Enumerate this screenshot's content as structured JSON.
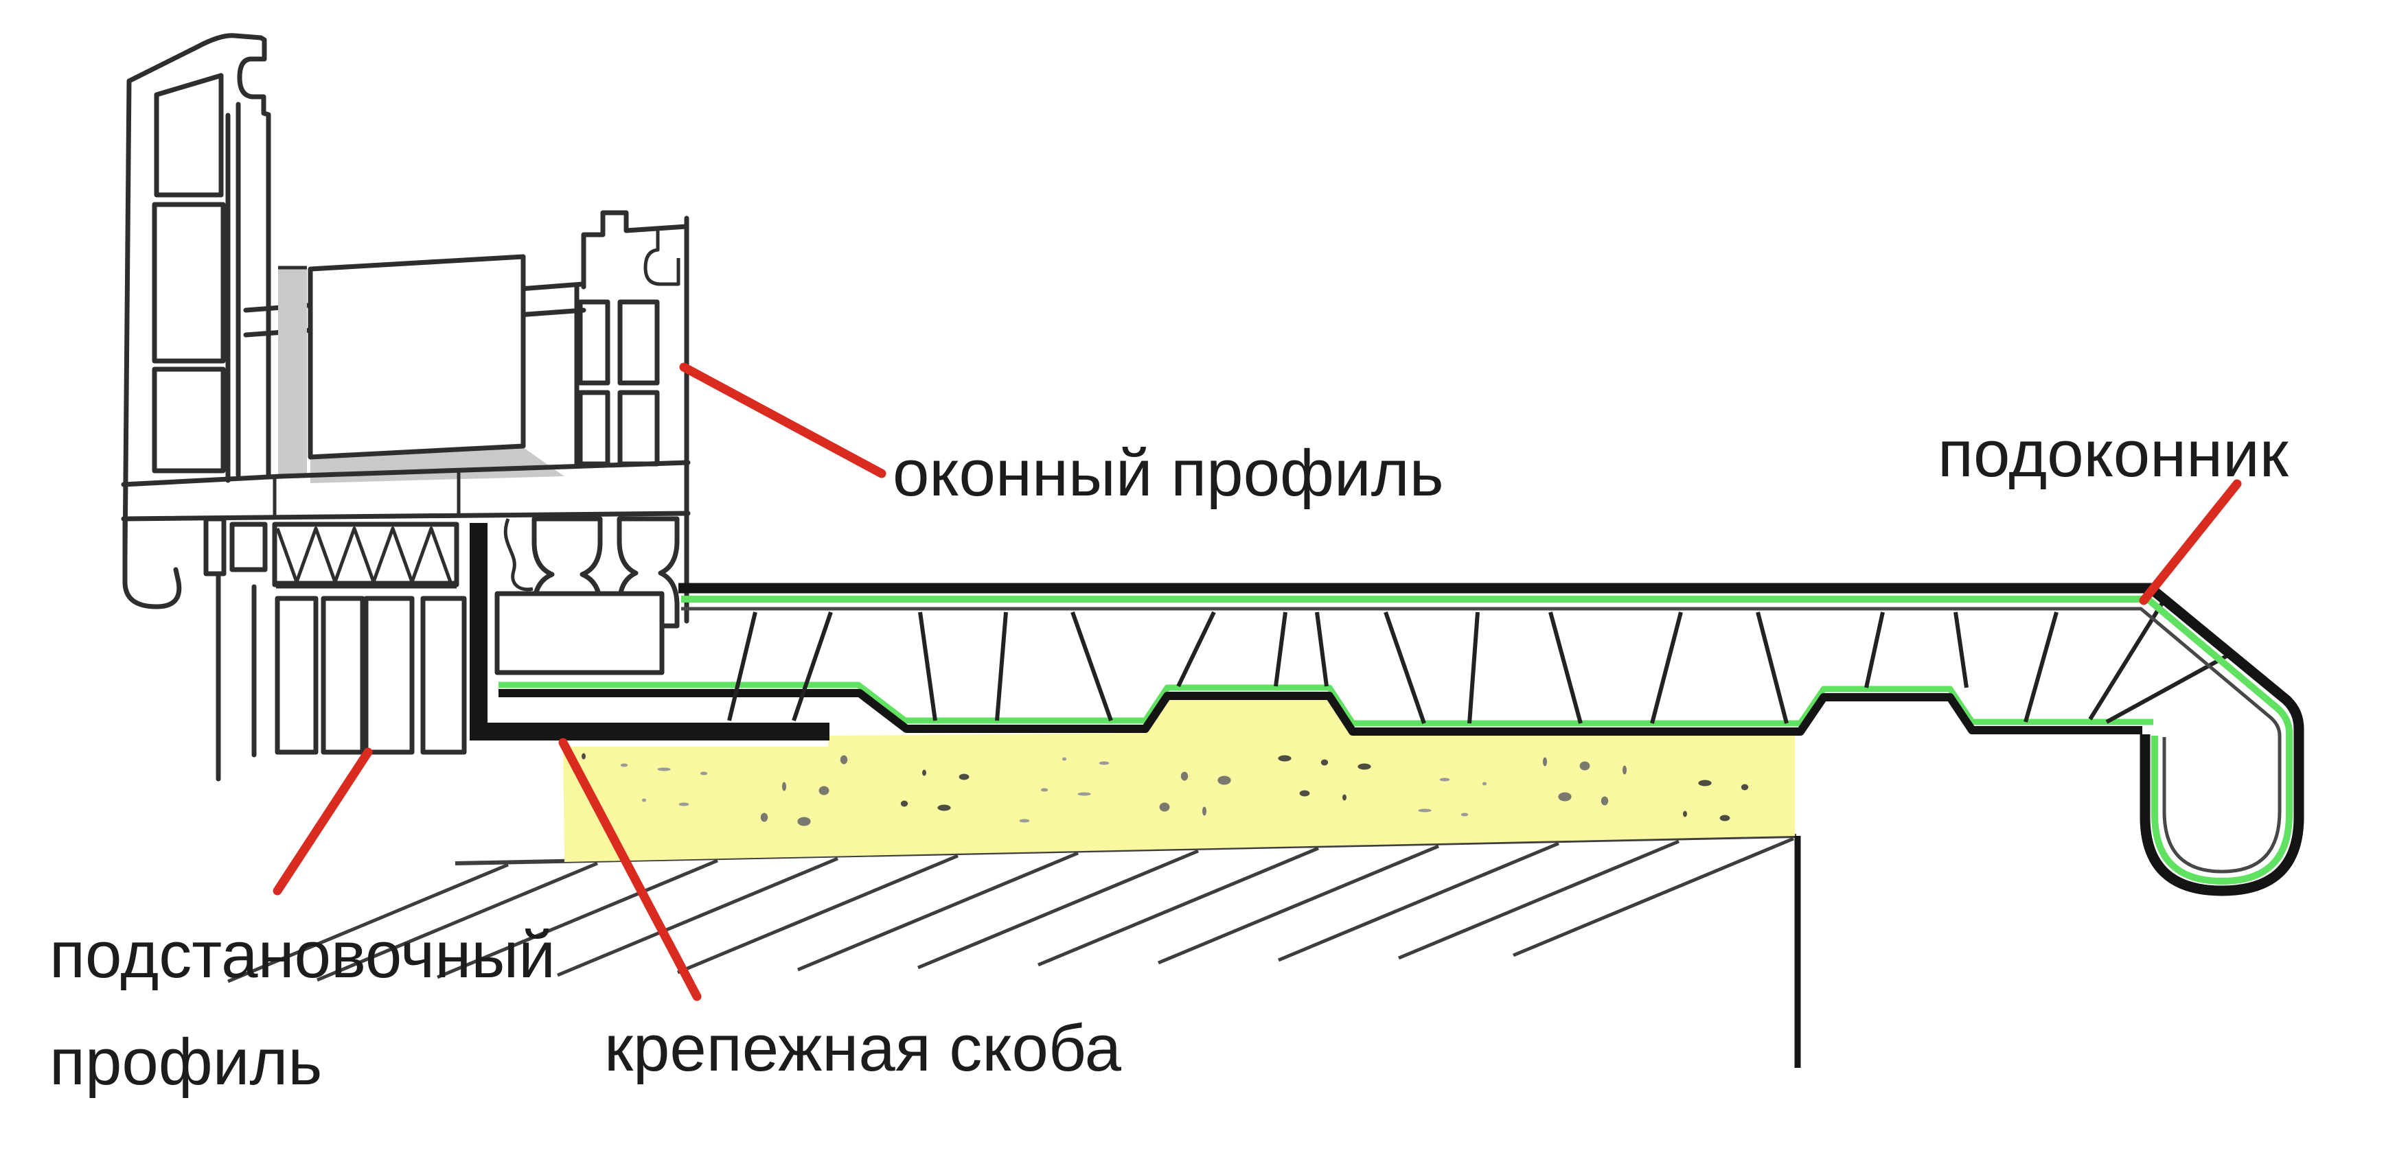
{
  "labels": {
    "window_profile": "оконный профиль",
    "sill": "подоконник",
    "support_profile_line1": "подстановочный",
    "support_profile_line2": "профиль",
    "bracket": "крепежная скоба"
  },
  "colors": {
    "ink": "#1c1c1c",
    "outline": "#2e2e2e",
    "callout_red": "#d92b20",
    "liner_green": "#61e161",
    "foam_yellow": "#f9f8a0",
    "shadow_gray": "#c9c9c9",
    "wall_line": "#3e3e3e",
    "bracket_black": "#161616"
  }
}
